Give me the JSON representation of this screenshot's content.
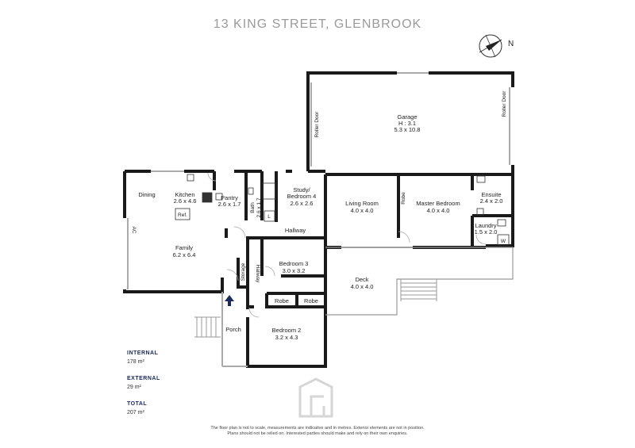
{
  "title": "13 KING STREET, GLENBROOK",
  "compass": {
    "label": "N"
  },
  "rooms": {
    "garage": {
      "name": "Garage",
      "height": "H : 3.1",
      "dims": "5.3 x 10.8"
    },
    "roller_door_left": "Roller Door",
    "roller_door_right": "Roller Door",
    "dining": {
      "name": "Dining"
    },
    "kitchen": {
      "name": "Kitchen",
      "dims": "2.6 x 4.6"
    },
    "ref": "Ref.",
    "pantry": {
      "name": "Pantry",
      "dims": "2.6 x 1.7"
    },
    "bath": {
      "name": "Bath",
      "dims": "2.6 x 1.7"
    },
    "l": "L",
    "study": {
      "name1": "Study/",
      "name2": "Bedroom 4",
      "dims": "2.6 x 2.6"
    },
    "living": {
      "name": "Living Room",
      "dims": "4.0 x 4.0"
    },
    "robe_master": "Robe",
    "master": {
      "name": "Master Bedroom",
      "dims": "4.0 x 4.0"
    },
    "ensuite": {
      "name": "Ensuite",
      "dims": "2.4 x 2.0"
    },
    "laundry": {
      "name": "Laundry",
      "dims": "1.5 x 2.0"
    },
    "w": "W",
    "ac": "AC",
    "hallway_main": "Hallway",
    "family": {
      "name": "Family",
      "dims": "6.2 x 6.4"
    },
    "storage": "Storage",
    "hallway_side": "Hallway",
    "bed3": {
      "name": "Bedroom 3",
      "dims": "3.0 x 3.2"
    },
    "robe_b1": "Robe",
    "robe_b2": "Robe",
    "deck": {
      "name": "Deck",
      "dims": "4.0 x 4.0"
    },
    "porch": "Porch",
    "bed2": {
      "name": "Bedroom 2",
      "dims": "3.2 x 4.3"
    }
  },
  "stats": {
    "internal_label": "INTERNAL",
    "internal_value": "178 m²",
    "external_label": "EXTERNAL",
    "external_value": "29 m²",
    "total_label": "TOTAL",
    "total_value": "207 m²"
  },
  "disclaimer": {
    "line1": "The floor plan is not to scale, measurements are indicative and in metres. Exterior elements are not in position.",
    "line2": "Plans should not be relied on. Interested parties should make and rely on their own enquiries."
  },
  "colors": {
    "wall": "#1a1a1a",
    "light_wall": "#aaaaaa",
    "title": "#9a9a9a",
    "stat_heading": "#1a2a5a",
    "arrow": "#1a2a5a"
  }
}
